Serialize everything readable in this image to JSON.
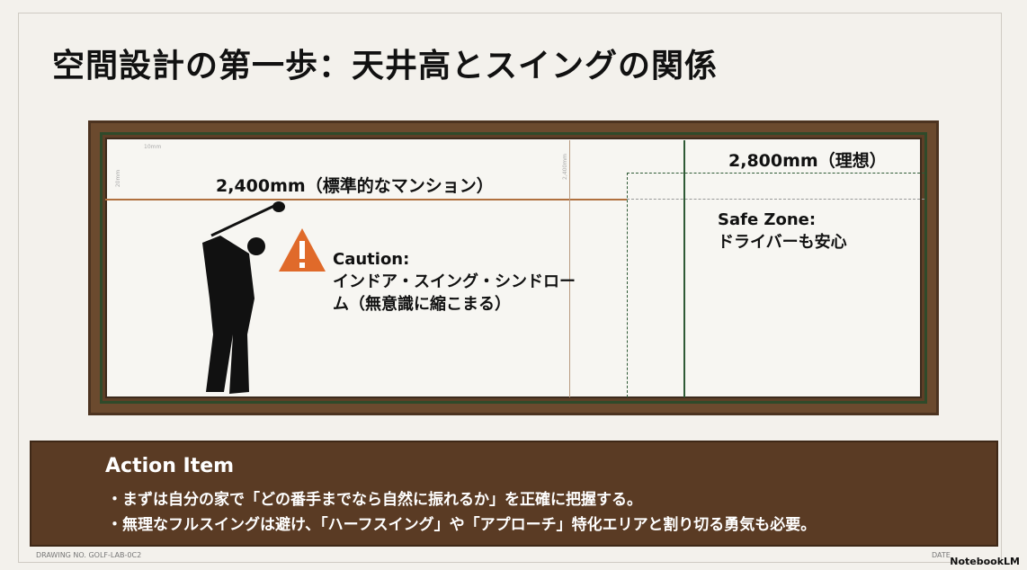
{
  "title": "空間設計の第一歩：天井高とスイングの関係",
  "standard": {
    "label": "2,400mm（標準的なマンション）"
  },
  "ideal": {
    "label": "2,800mm（理想）"
  },
  "safe_zone": {
    "line1": "Safe Zone:",
    "line2": "ドライバーも安心"
  },
  "caution": {
    "line1": "Caution:",
    "line2": "インドア・スイング・シンドロー",
    "line3": "ム（無意識に縮こまる）"
  },
  "dims": {
    "a": "10mm",
    "b": "20mm",
    "c": "2,400mm"
  },
  "action": {
    "title": "Action Item",
    "items": [
      "・まずは自分の家で「どの番手までなら自然に振れるか」を正確に把握する。",
      "・無理なフルスイングは避け、「ハーフスイング」や「アプローチ」特化エリアと割り切る勇気も必要。"
    ]
  },
  "footer": {
    "drawing_no": "DRAWING NO. GOLF-LAB-0C2",
    "date": "DATE",
    "brand": "NotebookLM"
  }
}
